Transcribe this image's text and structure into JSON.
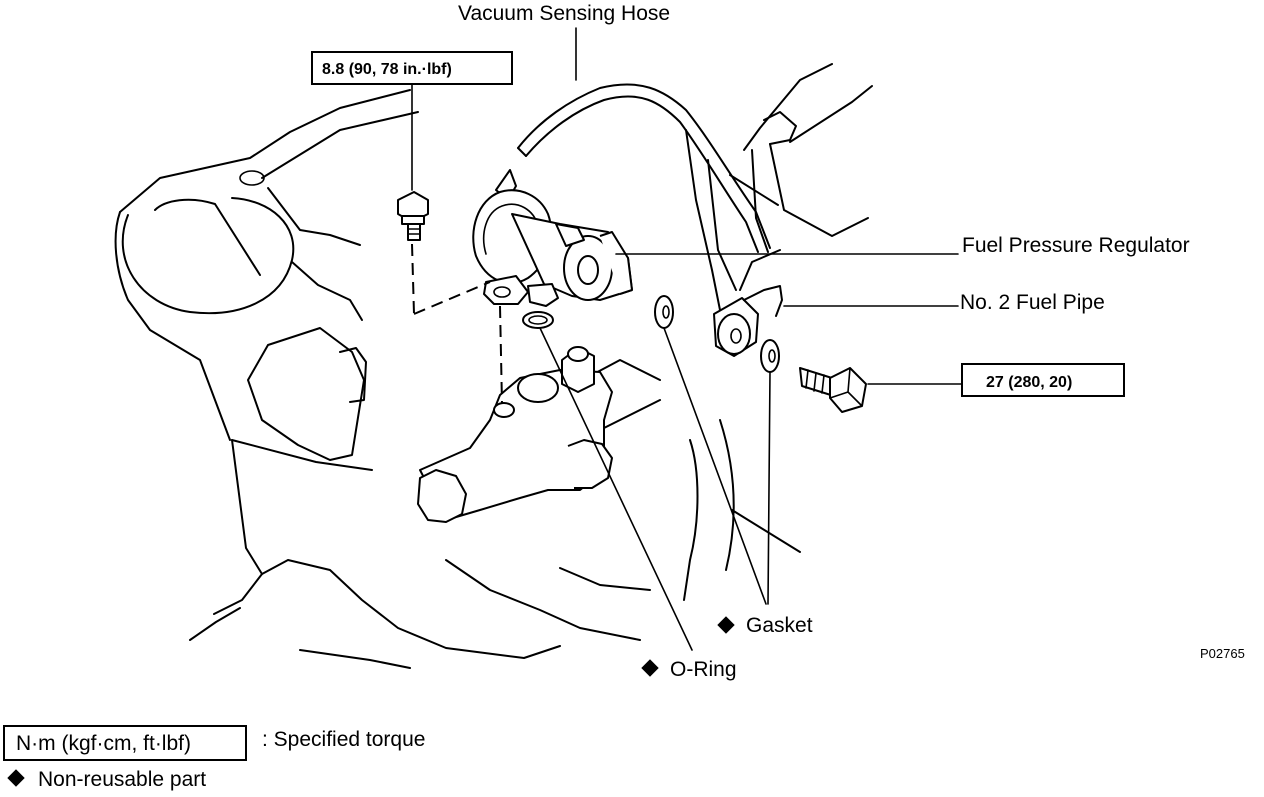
{
  "labels": {
    "vacuum_hose": "Vacuum Sensing Hose",
    "regulator": "Fuel Pressure Regulator",
    "fuel_pipe": "No. 2 Fuel Pipe",
    "gasket": "Gasket",
    "o_ring": "O-Ring",
    "figure_code": "P02765"
  },
  "torque": {
    "regulator_bolt": "8.8 (90, 78 in.·lbf)",
    "union_bolt": "27 (280, 20)"
  },
  "legend": {
    "unit_box": "N·m (kgf·cm, ft·lbf)",
    "unit_desc": ": Specified torque",
    "marker_desc": "Non-reusable part"
  },
  "icons": {
    "non_reusable_marker": "diamond-icon"
  }
}
